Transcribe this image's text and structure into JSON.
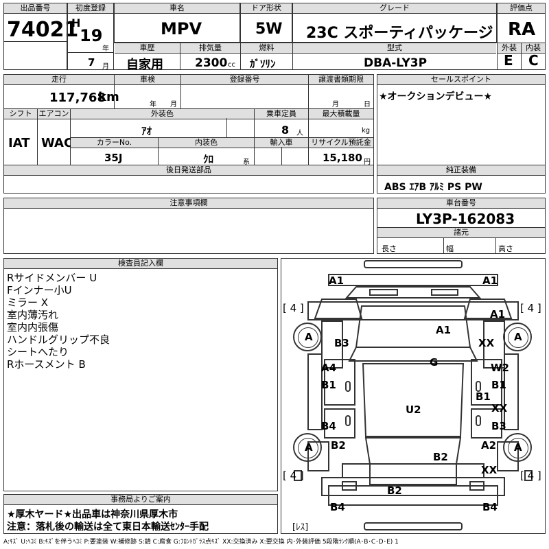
{
  "top": {
    "lot_label": "出品番号",
    "lot": "74021",
    "first_reg_label": "初度登録",
    "era": "H",
    "year": "19",
    "year_unit": "年",
    "month": "7",
    "month_unit": "月",
    "name_label": "車名",
    "name": "MPV",
    "door_label": "ドア形状",
    "door": "5W",
    "grade_label": "グレード",
    "grade": "23C スポーティパッケージ",
    "score_label": "評価点",
    "score": "RA",
    "history_label": "車歴",
    "history": "自家用",
    "displacement_label": "排気量",
    "displacement": "2300",
    "displacement_unit": "cc",
    "fuel_label": "燃料",
    "fuel": "ｶﾞｿﾘﾝ",
    "model_label": "型式",
    "model": "DBA-LY3P",
    "ext_label": "外装",
    "ext": "E",
    "int_label": "内装",
    "int": "C"
  },
  "mid": {
    "mileage_label": "走行",
    "mileage": "117,768",
    "mileage_unit": "km",
    "inspection_label": "車検",
    "insp_year": "年",
    "insp_month": "月",
    "regno_label": "登録番号",
    "transfer_label": "譲渡書類期限",
    "tr_month": "月",
    "tr_day": "日",
    "shift_label": "シフト",
    "shift": "IAT",
    "ac_label": "エアコン",
    "ac": "WAC",
    "color_label": "外装色",
    "color": "ｱｵ",
    "capacity_label": "乗車定員",
    "capacity": "8",
    "capacity_unit": "人",
    "load_label": "最大積載量",
    "load_unit": "kg",
    "colorno_label": "カラーNo.",
    "colorno": "35J",
    "intcolor_label": "内装色",
    "intcolor": "ｸﾛ",
    "intcolor_unit": "系",
    "import_label": "輸入車",
    "recycle_label": "リサイクル預託金",
    "recycle": "15,180",
    "recycle_unit": "円",
    "later_label": "後日発送部品",
    "sales_label": "セールスポイント",
    "sales": "★オークションデビュー★",
    "equip_label": "純正装備",
    "equip": "ABS ｴｱB ｱﾙﾐ PS PW"
  },
  "notes": {
    "caution_label": "注意事項欄",
    "chassis_label": "車台番号",
    "chassis": "LY3P-162083",
    "dims_label": "諸元",
    "length": "長さ",
    "width": "幅",
    "height": "高さ"
  },
  "inspector": {
    "label": "検査員記入欄",
    "lines": [
      "Rサイドメンバー U",
      "Fインナー小U",
      "ミラー X",
      "室内薄汚れ",
      "室内内張傷",
      "ハンドルグリップ不良",
      "シートへたり",
      "Rホースメント B"
    ]
  },
  "office": {
    "label": "事務局よりご案内",
    "line1": "★厚木ヤード★出品車は神奈川県厚木市",
    "line2": "注意：落札後の輸送は全て東日本輸送ｾﾝﾀｰ手配"
  },
  "diagram": {
    "tire_fl": "[ 4 ]",
    "tire_fr": "[ 4 ]",
    "tire_rl": "[ 4 ]",
    "tire_rr": "[ 4 ]",
    "rs": "[ﾚｽ]",
    "marks": {
      "a1_tl": "A1",
      "a1_tr": "A1",
      "a1_r": "A1",
      "a1_hood": "A1",
      "b3_l": "B3",
      "xx_r1": "XX",
      "g": "G",
      "a4": "A4",
      "w2": "W2",
      "b1_l": "B1",
      "b1_r": "B1",
      "b1_r2": "B1",
      "xx_r2": "XX",
      "b4_l": "B4",
      "b3_r": "B3",
      "u2": "U2",
      "b2_l": "B2",
      "a2": "A2",
      "b2_m": "B2",
      "xx_r3": "XX",
      "b2_bot": "B2",
      "b4_bl": "B4",
      "b4_br": "B4",
      "wheel_fl": "A",
      "wheel_fr": "A",
      "wheel_rl": "A",
      "wheel_rr": "A"
    }
  },
  "legend": "A:ｷｽﾞ U:ﾍｺﾐ B:ｷｽﾞを伴うﾍｺﾐ P:要塗装 W:補修跡 S:錆 C:腐食 G:ﾌﾛﾝﾄｶﾞﾗｽ点ｷｽﾞ XX:交換済み X:要交換 内･外装評価 5段階ﾗﾝｸ順(A･B･C･D･E) 1"
}
